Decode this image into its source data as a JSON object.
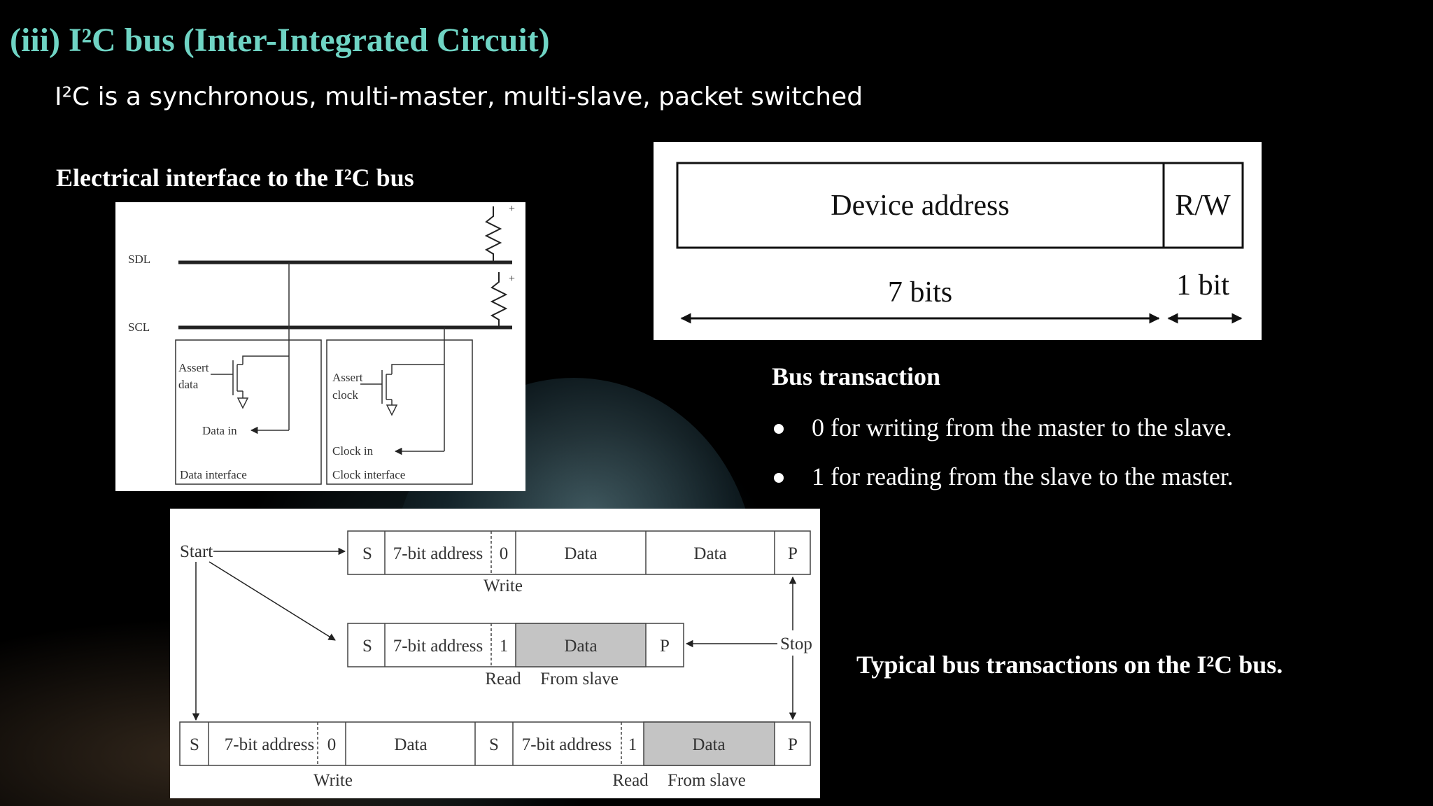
{
  "slide": {
    "title": "(iii) I²C bus (Inter-Integrated Circuit)",
    "subtitle": "I²C is a synchronous, multi-master, multi-slave, packet switched",
    "electrical_heading": "Electrical interface to the I²C bus",
    "bus_transaction_heading": "Bus transaction",
    "bullets": [
      "0 for writing from the master to the slave.",
      "1 for reading from the slave to the master."
    ],
    "caption": "Typical bus transactions on the I²C bus."
  },
  "electrical_figure": {
    "sdl_label": "SDL",
    "scl_label": "SCL",
    "plus": "+",
    "assert_data": [
      "Assert",
      "data"
    ],
    "data_in": "Data in",
    "data_interface": "Data interface",
    "assert_clock": [
      "Assert",
      "clock"
    ],
    "clock_in": "Clock in",
    "clock_interface": "Clock interface"
  },
  "address_figure": {
    "device_address": "Device address",
    "rw": "R/W",
    "seven_bits": "7 bits",
    "one_bit": "1 bit"
  },
  "transactions_figure": {
    "start": "Start",
    "stop": "Stop",
    "s": "S",
    "p": "P",
    "addr": "7-bit address",
    "zero": "0",
    "one": "1",
    "data": "Data",
    "write": "Write",
    "read": "Read",
    "from_slave": "From slave"
  }
}
